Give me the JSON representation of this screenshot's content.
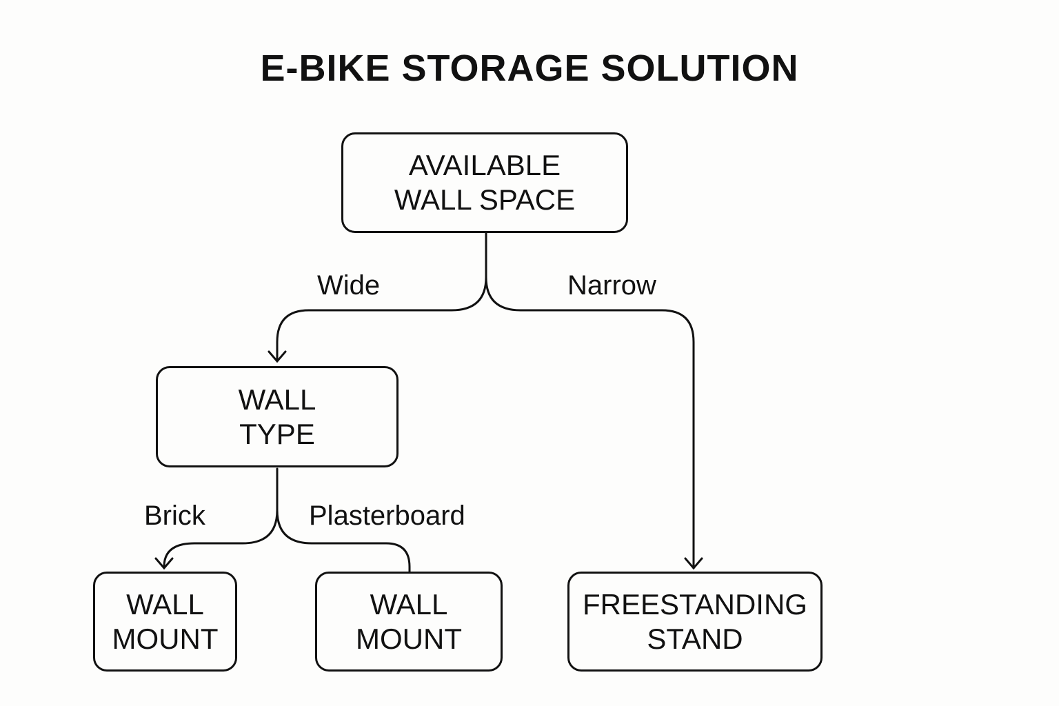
{
  "title": "E-BIKE STORAGE SOLUTION",
  "nodes": {
    "root": {
      "line1": "AVAILABLE",
      "line2": "WALL SPACE"
    },
    "wall_type": {
      "line1": "WALL",
      "line2": "TYPE"
    },
    "brick_result": {
      "line1": "WALL",
      "line2": "MOUNT"
    },
    "plaster_result": {
      "line1": "WALL",
      "line2": "MOUNT"
    },
    "freestanding": {
      "line1": "FREESTANDING",
      "line2": "STAND"
    }
  },
  "edges": {
    "wide": "Wide",
    "narrow": "Narrow",
    "brick": "Brick",
    "plasterboard": "Plasterboard"
  }
}
